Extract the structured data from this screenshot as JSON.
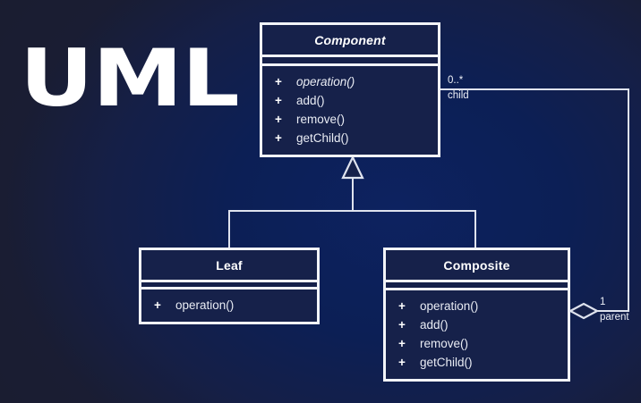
{
  "diagram": {
    "title": "UML",
    "kind": "class-diagram",
    "pattern": "Composite",
    "background_color": "#1a1d30",
    "glow_color": "#0d2260",
    "box_fill_color": "#16214a",
    "stroke_color": "#f2f4f8",
    "text_color": "#e9ecf4"
  },
  "classes": [
    {
      "id": "component",
      "name": "Component",
      "abstract": true,
      "attributes": [],
      "operations": [
        {
          "visibility": "+",
          "signature": "operation()",
          "abstract": true
        },
        {
          "visibility": "+",
          "signature": "add()",
          "abstract": false
        },
        {
          "visibility": "+",
          "signature": "remove()",
          "abstract": false
        },
        {
          "visibility": "+",
          "signature": "getChild()",
          "abstract": false
        }
      ]
    },
    {
      "id": "leaf",
      "name": "Leaf",
      "abstract": false,
      "attributes": [],
      "operations": [
        {
          "visibility": "+",
          "signature": "operation()",
          "abstract": false
        }
      ]
    },
    {
      "id": "composite",
      "name": "Composite",
      "abstract": false,
      "attributes": [],
      "operations": [
        {
          "visibility": "+",
          "signature": "operation()",
          "abstract": false
        },
        {
          "visibility": "+",
          "signature": "add()",
          "abstract": false
        },
        {
          "visibility": "+",
          "signature": "remove()",
          "abstract": false
        },
        {
          "visibility": "+",
          "signature": "getChild()",
          "abstract": false
        }
      ]
    }
  ],
  "relationships": {
    "generalizations": [
      {
        "from": "leaf",
        "to": "component",
        "arrow": "hollow-triangle"
      },
      {
        "from": "composite",
        "to": "component",
        "arrow": "hollow-triangle"
      }
    ],
    "aggregation": {
      "whole": "composite",
      "part": "component",
      "arrow": "hollow-diamond",
      "child_end": {
        "multiplicity": "0..*",
        "role": "child"
      },
      "parent_end": {
        "multiplicity": "1",
        "role": "parent"
      }
    }
  }
}
